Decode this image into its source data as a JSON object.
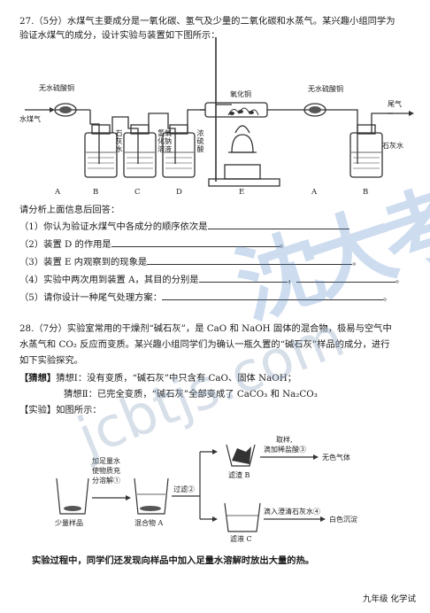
{
  "q27": {
    "line1": "27.（5分）水煤气主要成分是一氧化碳、氢气及少量的二氧化碳和水蒸气。某兴趣小组同学为",
    "line2": "验证水煤气的成分，设计实验与装置如下图所示：",
    "diagram": {
      "anhydrous_cuso4_left": "无水硫酸铜",
      "anhydrous_cuso4_right": "无水硫酸铜",
      "water_gas": "水煤气",
      "copper_oxide": "氧化铜",
      "tail_gas": "尾气",
      "limewater_b": "石灰水",
      "naoh_c": "氢氧化钠溶液",
      "acid_d": "浓硫酸",
      "limewater_right": "石灰水",
      "letters": [
        "A",
        "B",
        "C",
        "D",
        "E",
        "A",
        "B"
      ]
    },
    "prompt": "请分析上面信息后回答：",
    "items": [
      "（1）你认为验证水煤气中各成分的顺序依次是",
      "（2）装置 D 的作用是",
      "（3）装置 E 内观察到的现象是",
      "（4）实验中两次用到装置 A，其目的分别是",
      "（5）请你设计一种尾气处理方案："
    ],
    "item_ends": [
      "",
      "。",
      "。",
      "，",
      "。"
    ]
  },
  "q28": {
    "line1": "28.（7分）实验室常用的干燥剂“碱石灰”，是 CaO 和 NaOH 固体的混合物，极易与空气中",
    "line2": "水蒸气和 CO₂ 反应而变质。某兴趣小组同学们为确认一瓶久置的“碱石灰”样品的成分，进行",
    "line3": "如下实验探究。",
    "guess_label": "【猜想】",
    "guess1": "猜想Ⅰ：没有变质，“碱石灰”中只含有 CaO、固体 NaOH；",
    "guess2": "猜想Ⅱ：已完全变质，“碱石灰”全部变成了 CaCO₃ 和 Na₂CO₃",
    "exp_label": "【实验】如图所示：",
    "flow": {
      "add_water_1": "加足量水",
      "add_water_2": "使物质充",
      "add_water_3": "分溶解①",
      "sample": "少量样品",
      "mixture": "混合物 A",
      "filter": "过滤②",
      "take_1": "取样,",
      "take_2": "滴加稀盐酸③",
      "residue": "滤渣 B",
      "gas": "无色气体",
      "add_lime": "滴入澄清石灰水④",
      "filtrate": "滤液 C",
      "precip": "白色沉淀"
    },
    "note": "实验过程中，同学们还发现向样品中加入足量水溶解时放出大量的热。"
  },
  "footer": "九年级  化学试",
  "watermark": {
    "chars": "沈大考",
    "latin": "jcbtjs.com",
    "color": "#4f86c9"
  }
}
